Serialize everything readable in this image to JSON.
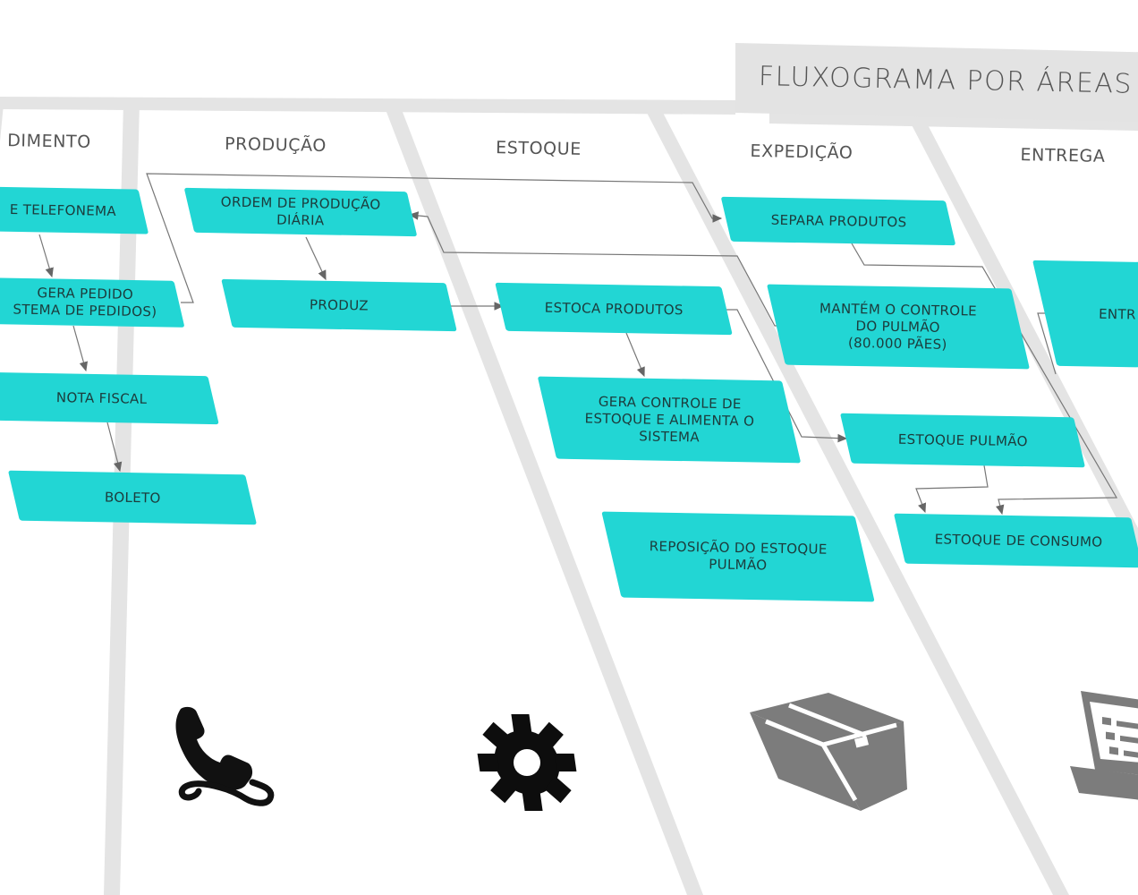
{
  "title": "FLUXOGRAMA POR ÁREAS",
  "lanes": [
    {
      "header": "DIMENTO"
    },
    {
      "header": "PRODUÇÃO"
    },
    {
      "header": "ESTOQUE"
    },
    {
      "header": "EXPEDIÇÃO"
    },
    {
      "header": "ENTREGA"
    }
  ],
  "steps": {
    "telefonema": "E TELEFONEMA",
    "gera_pedido": "GERA PEDIDO\nSTEMA DE PEDIDOS)",
    "nota_fiscal": "NOTA FISCAL",
    "boleto": "BOLETO",
    "ordem_producao": "ORDEM DE PRODUÇÃO\nDIÁRIA",
    "produz": "PRODUZ",
    "estoca_produtos": "ESTOCA PRODUTOS",
    "gera_controle": "GERA CONTROLE DE\nESTOQUE E ALIMENTA O\nSISTEMA",
    "reposicao": "REPOSIÇÃO DO ESTOQUE\nPULMÃO",
    "separa_produtos": "SEPARA PRODUTOS",
    "mantem_controle": "MANTÉM O CONTROLE\nDO PULMÃO\n(80.000 PÃES)",
    "estoque_pulmao": "ESTOQUE PULMÃO",
    "estoque_consumo": "ESTOQUE DE CONSUMO",
    "entrega": "ENTR"
  },
  "icons": {
    "atendimento": "phone-handset-icon",
    "producao": "gear-icon",
    "estoque": "box-icon",
    "entrega": "laptop-icon"
  },
  "colors": {
    "box": "#22d6d4",
    "lane_divider": "#e4e4e4",
    "connector": "#666666",
    "title_tab": "#e3e3e3"
  }
}
